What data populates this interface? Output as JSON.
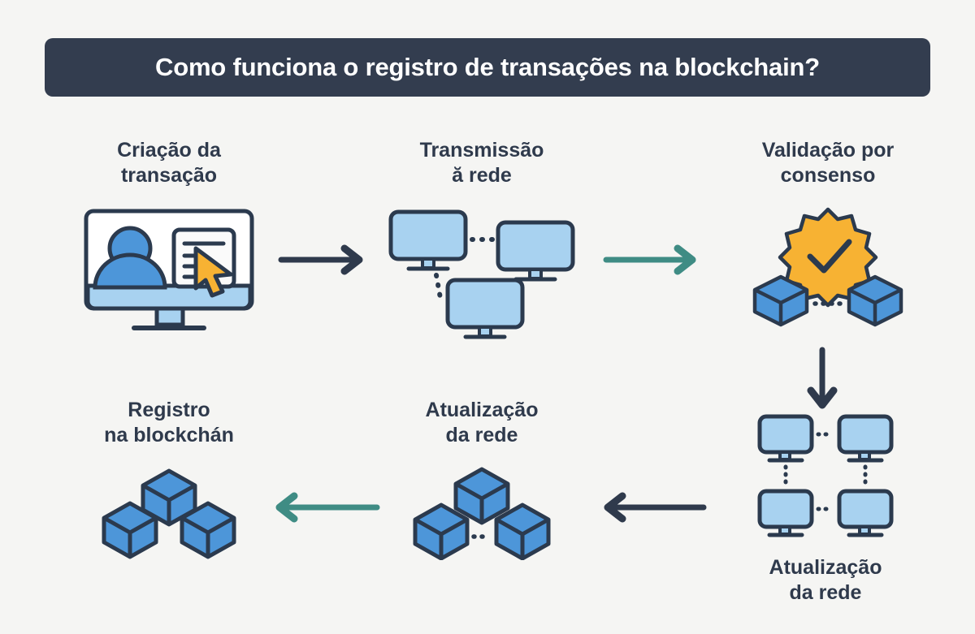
{
  "page": {
    "background_color": "#f5f5f3",
    "title": "Como funciona o registro de transações na blockchain?",
    "banner_color": "#333d4f",
    "banner_text_color": "#ffffff"
  },
  "palette": {
    "dark_navy": "#333d4f",
    "outline": "#2b3a4e",
    "screen_blue": "#a8d2f0",
    "cube_blue": "#4d96d9",
    "cube_blue_dark": "#3f83c4",
    "person_blue": "#4d96d9",
    "gear_orange": "#f7b233",
    "cursor_orange": "#f7b233",
    "arrow_dark": "#2f3a4c",
    "arrow_teal": "#3f8c84",
    "text_dark": "#2f3a4c"
  },
  "steps": [
    {
      "id": "step-1",
      "label": "Criação da\ntransação",
      "icon": "user-computer-icon"
    },
    {
      "id": "step-2",
      "label": "Transmissão\nă rede",
      "icon": "monitor-network-icon"
    },
    {
      "id": "step-3",
      "label": "Validação por\nconsenso",
      "icon": "gear-check-cubes-icon"
    },
    {
      "id": "step-4",
      "label": "Atualização\nda rede",
      "icon": "monitor-grid-icon"
    },
    {
      "id": "step-5",
      "label": "Atualização\nda rede",
      "icon": "cubes-network-icon"
    },
    {
      "id": "step-6",
      "label": "Registro\nna blockchán",
      "icon": "cubes-stack-icon"
    }
  ],
  "arrows": [
    {
      "id": "arrow-1",
      "direction": "right",
      "color": "#2f3a4c",
      "from": "step-1",
      "to": "step-2"
    },
    {
      "id": "arrow-2",
      "direction": "right",
      "color": "#3f8c84",
      "from": "step-2",
      "to": "step-3"
    },
    {
      "id": "arrow-3",
      "direction": "down",
      "color": "#2f3a4c",
      "from": "step-3",
      "to": "step-4"
    },
    {
      "id": "arrow-4",
      "direction": "left",
      "color": "#2f3a4c",
      "from": "step-4",
      "to": "step-5"
    },
    {
      "id": "arrow-5",
      "direction": "left",
      "color": "#3f8c84",
      "from": "step-5",
      "to": "step-6"
    }
  ]
}
